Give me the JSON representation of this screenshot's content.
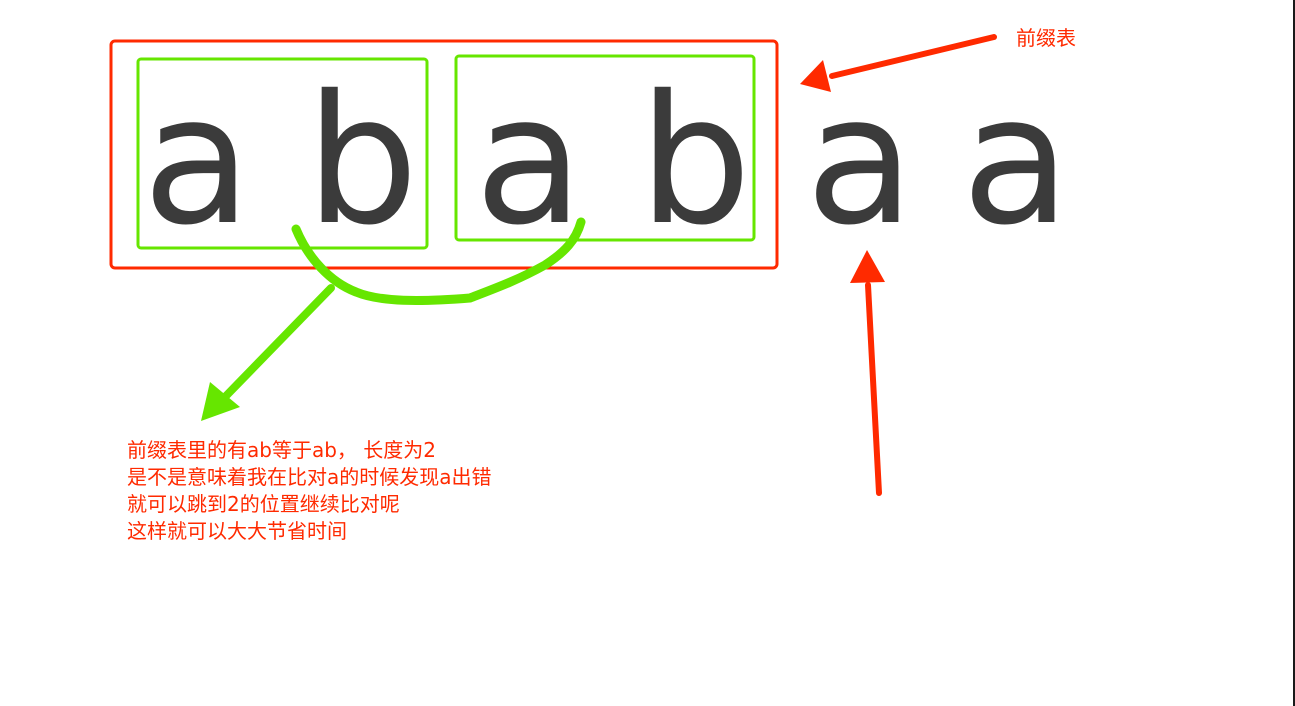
{
  "letters": [
    "a",
    "b",
    "a",
    "b",
    "a",
    "a"
  ],
  "prefix_label": "前缀表",
  "note_lines": [
    "前缀表里的有ab等于ab， 长度为2",
    "是不是意味着我在比对a的时候发现a出错",
    "就可以跳到2的位置继续比对呢",
    "这样就可以大大节省时间"
  ],
  "colors": {
    "prefix_table_box": "#ff2a00",
    "match_boxes": "#66e600",
    "letters": "#3b3b3b",
    "annotation_text": "#ff2a00",
    "red_arrows": "#ff2a00",
    "green_arrow": "#66e600"
  }
}
